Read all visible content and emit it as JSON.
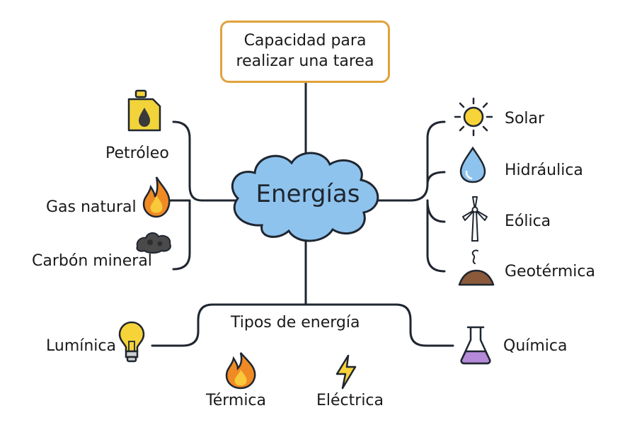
{
  "center": "Energías",
  "definition": "Capacidad para realizar una tarea",
  "no_renovables": [
    "Petróleo",
    "Gas natural",
    "Carbón mineral"
  ],
  "renovables": [
    "Solar",
    "Hidráulica",
    "Eólica",
    "Geotérmica"
  ],
  "tipos": {
    "title": "Tipos de energía",
    "items": [
      "Lumínica",
      "Química",
      "Térmica",
      "Eléctrica"
    ]
  },
  "icons": {
    "petroleo": "fuel-canister-icon",
    "gas": "flame-icon",
    "carbon": "coal-icon",
    "solar": "sun-icon",
    "hidraulica": "water-drop-icon",
    "eolica": "wind-turbine-icon",
    "geotermica": "geothermal-mound-icon",
    "luminica": "light-bulb-icon",
    "quimica": "flask-icon",
    "termica": "fire-icon",
    "electrica": "lightning-icon"
  },
  "colors": {
    "cloud_fill": "#8ec3ee",
    "cloud_stroke": "#1f2630",
    "box_border": "#e0a23c",
    "line": "#1f2630"
  }
}
